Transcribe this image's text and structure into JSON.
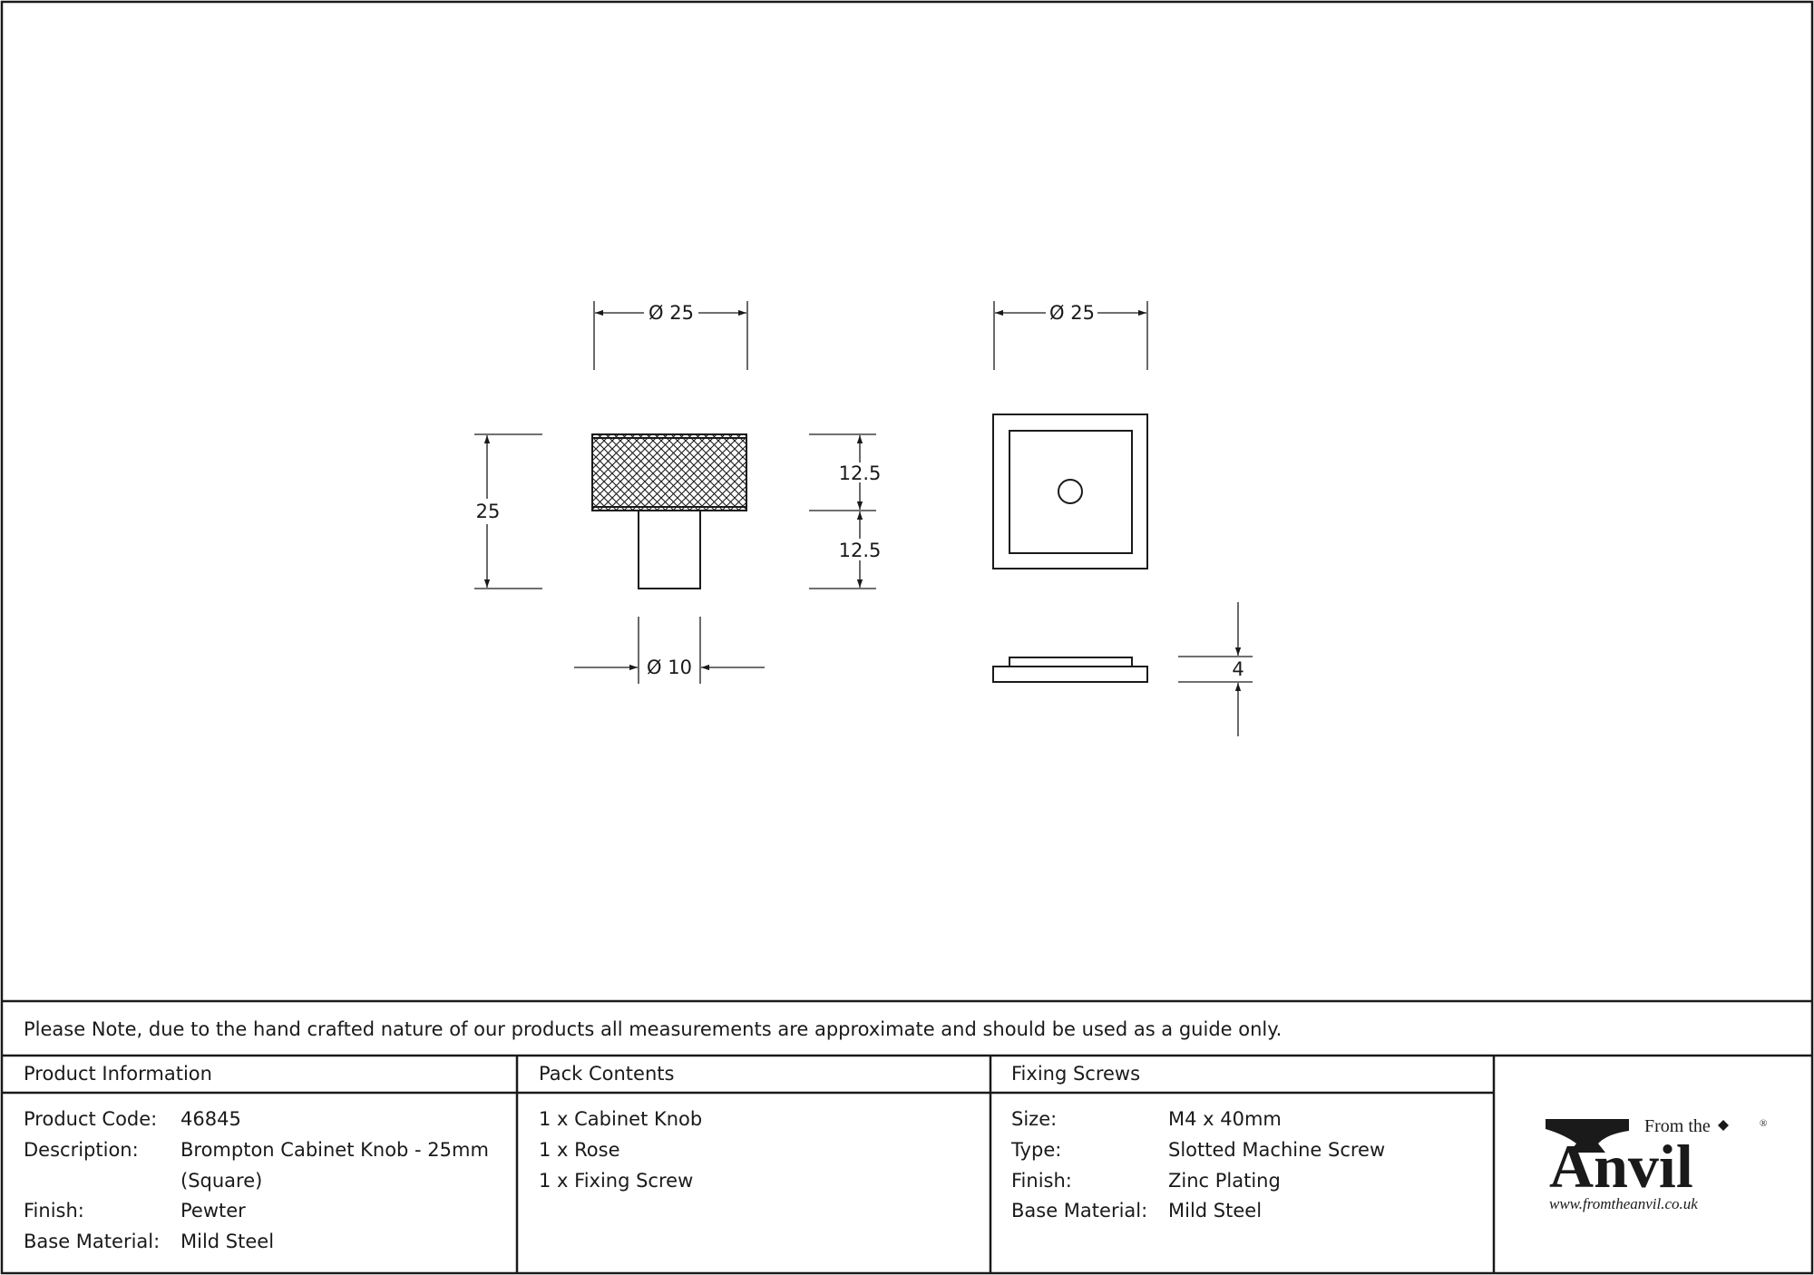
{
  "drawing": {
    "knob_top_diameter": "Ø 25",
    "knob_height": "25",
    "knob_upper_height": "12.5",
    "knob_lower_height": "12.5",
    "knob_stem_diameter": "Ø 10",
    "rose_width": "Ø 25",
    "rose_thickness": "4"
  },
  "note": "Please Note, due to the hand crafted nature of our products all measurements are approximate and should be used as a guide only.",
  "product_info": {
    "header": "Product Information",
    "rows": [
      {
        "label": "Product Code:",
        "value": "46845"
      },
      {
        "label": "Description:",
        "value": "Brompton Cabinet Knob - 25mm"
      },
      {
        "label": "",
        "value": "(Square)"
      },
      {
        "label": "Finish:",
        "value": "Pewter"
      },
      {
        "label": "Base Material:",
        "value": "Mild Steel"
      }
    ]
  },
  "pack_contents": {
    "header": "Pack Contents",
    "items": [
      "1 x Cabinet Knob",
      "1 x Rose",
      "1 x Fixing Screw"
    ]
  },
  "fixing_screws": {
    "header": "Fixing Screws",
    "rows": [
      {
        "label": "Size:",
        "value": "M4 x 40mm"
      },
      {
        "label": "Type:",
        "value": "Slotted Machine Screw"
      },
      {
        "label": "Finish:",
        "value": "Zinc Plating"
      },
      {
        "label": "Base Material:",
        "value": "Mild Steel"
      }
    ]
  },
  "logo": {
    "from_the": "From the",
    "name": "Anvil",
    "url": "www.fromtheanvil.co.uk",
    "registered": "®"
  }
}
